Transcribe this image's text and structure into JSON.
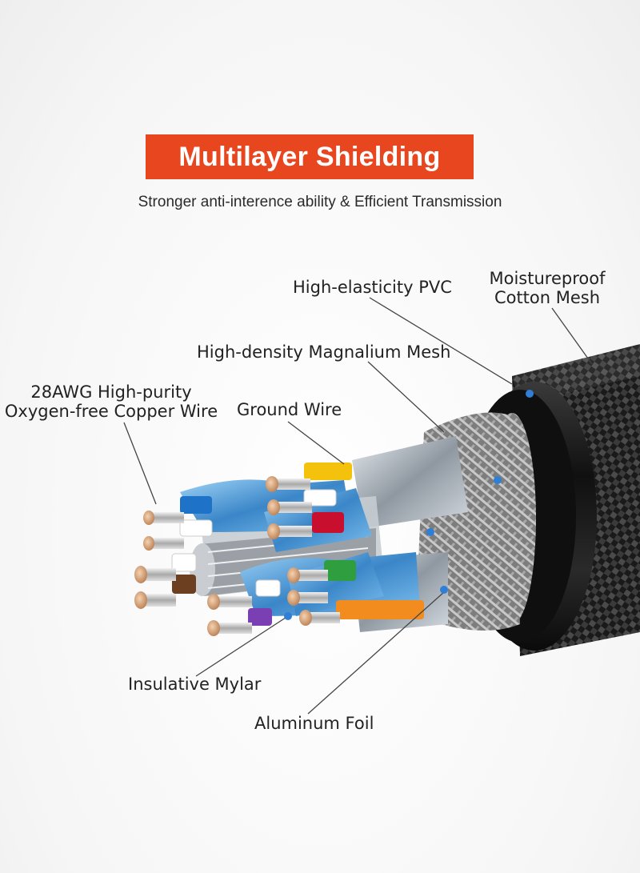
{
  "banner": {
    "title": "Multilayer Shielding",
    "color": "#e8461e"
  },
  "subtitle": "Stronger anti-interence ability & Efficient Transmission",
  "labels": {
    "pvc": "High-elasticity PVC",
    "cotton_line1": "Moistureproof",
    "cotton_line2": "Cotton Mesh",
    "magnalium": "High-density Magnalium Mesh",
    "copper_line1": "28AWG High-purity",
    "copper_line2": "Oxygen-free Copper Wire",
    "ground": "Ground Wire",
    "mylar": "Insulative Mylar",
    "foil": "Aluminum Foil"
  },
  "colors": {
    "jacket": "#1c1c1c",
    "braid": "#9a9a9a",
    "foil": "#b8c0c8",
    "mylar": "#5aa9e6",
    "copper": "#d9a07a",
    "pointer_dot": "#2f7fd6",
    "wire_colors": [
      "#f4c20d",
      "#1e73c8",
      "#c8102e",
      "#2e9e3f",
      "#6b3f1f",
      "#f28c1e",
      "#7a3fb3",
      "#ffffff"
    ]
  }
}
